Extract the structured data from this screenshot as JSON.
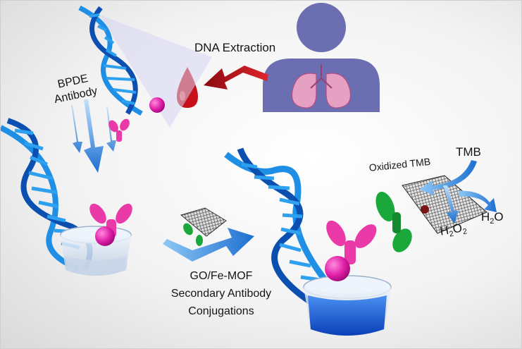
{
  "labels": {
    "dna_extraction": "DNA Extraction",
    "bpde_line1": "BPDE",
    "bpde_line2": "Antibody",
    "conj_line1": "GO/Fe-MOF",
    "conj_line2": "Secondary Antibody",
    "conj_line3": "Conjugations",
    "oxidized_tmb": "Oxidized TMB",
    "tmb": "TMB",
    "h2o2_main": "H",
    "h2o2_sub1": "2",
    "h2o2_mid": "O",
    "h2o2_sub2": "2",
    "h2o_main": "H",
    "h2o_sub": "2",
    "h2o_end": "O"
  },
  "colors": {
    "dna_blue": "#1f8fe6",
    "dna_dark": "#0b4fb0",
    "antigen_magenta": "#e020a8",
    "antibody_pink": "#ea3aa8",
    "secondary_green": "#1aa83a",
    "blood_red": "#c8101a",
    "person_purple": "#6b6fb2",
    "lung_pink": "#e889b3",
    "arrow_blue": "#2680d9",
    "liquid_blue": "#2a6fe0"
  },
  "icons": [
    "person-with-lungs-icon",
    "blood-drop-icon",
    "dna-helix-icon",
    "antibody-icon",
    "graphene-oxide-sheet-icon",
    "beaker-icon"
  ]
}
